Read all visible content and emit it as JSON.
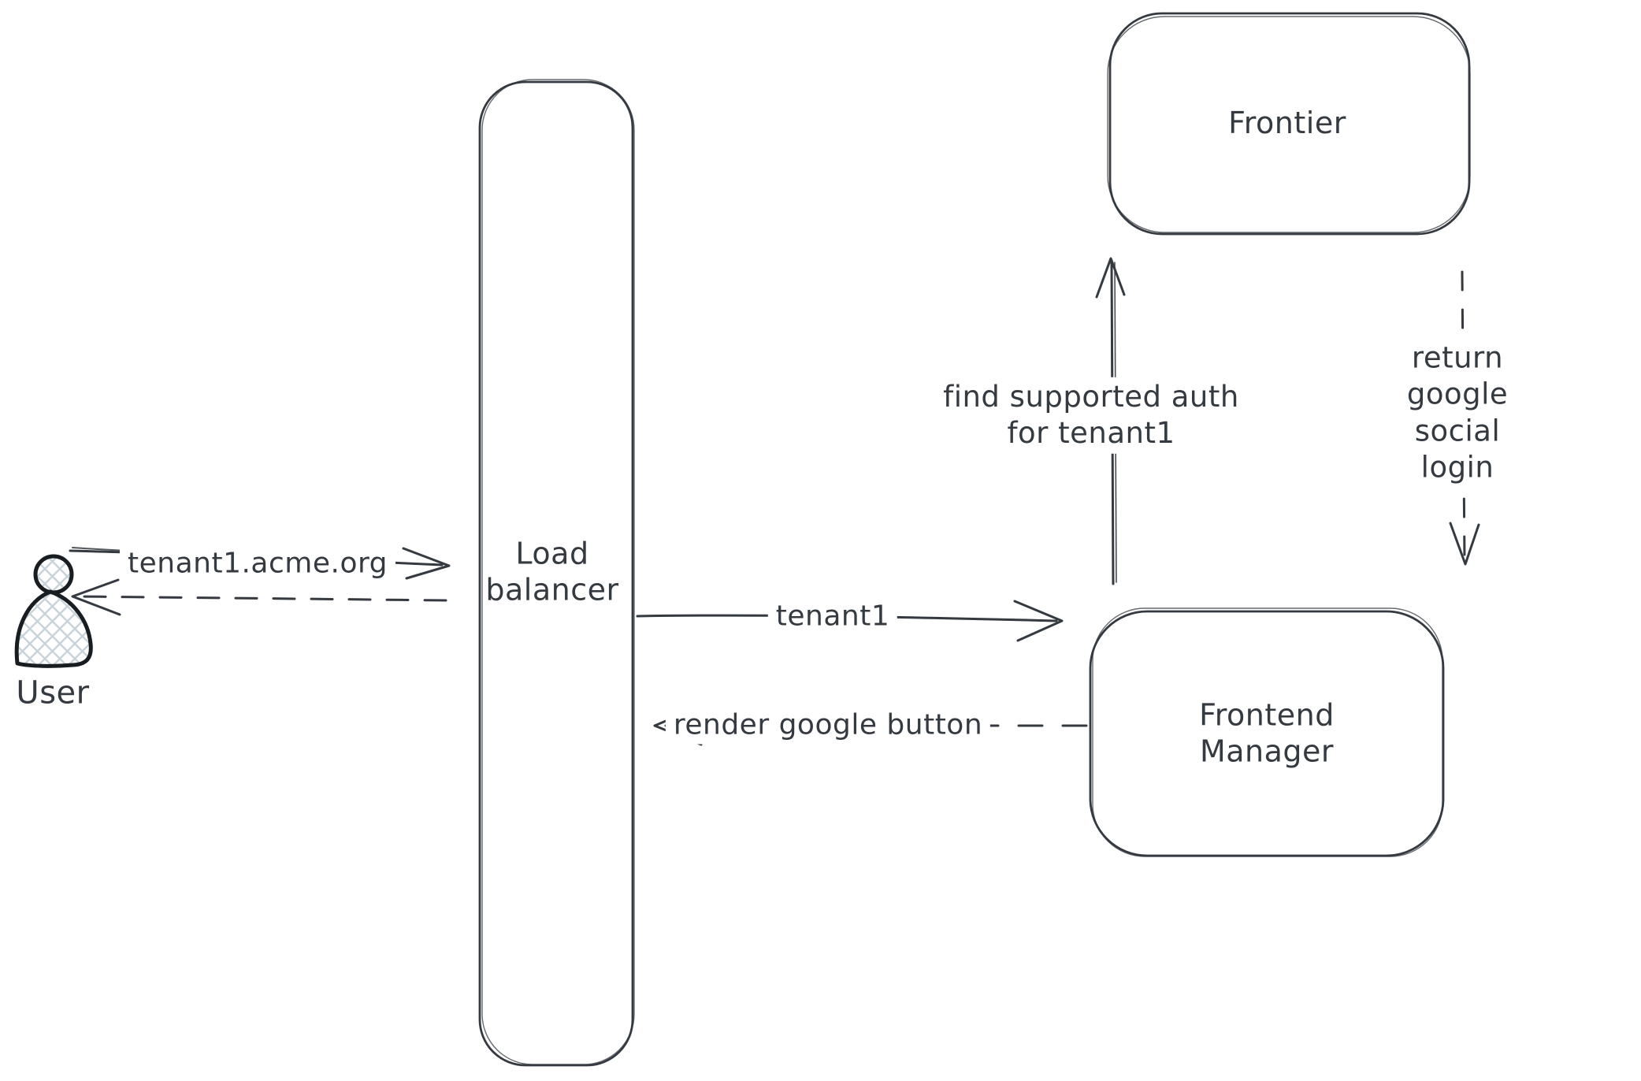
{
  "canvas": {
    "background": "#ffffff",
    "stroke_color": "#343a40",
    "icon_stroke_color": "#181d22",
    "hatch_fill_color": "#c9d3da"
  },
  "nodes": {
    "user": {
      "label": "User",
      "icon": "person-icon"
    },
    "load_balancer": {
      "label": "Load\nbalancer"
    },
    "frontier": {
      "label": "Frontier"
    },
    "frontend_manager": {
      "label": "Frontend\nManager"
    }
  },
  "edges": {
    "user_to_load_balancer": {
      "label": "tenant1.acme.org",
      "style": "solid",
      "direction": "right"
    },
    "load_balancer_to_user": {
      "label": "",
      "style": "dashed",
      "direction": "left"
    },
    "load_balancer_to_frontend_manager": {
      "label": "tenant1",
      "style": "solid",
      "direction": "right"
    },
    "frontend_manager_to_load_balancer": {
      "label": "render google button",
      "style": "dashed",
      "direction": "left"
    },
    "frontend_manager_to_frontier": {
      "label": "find supported auth\nfor tenant1",
      "style": "solid",
      "direction": "up"
    },
    "frontier_to_frontend_manager": {
      "label": "return google social\nlogin",
      "style": "dashed",
      "direction": "down"
    }
  }
}
